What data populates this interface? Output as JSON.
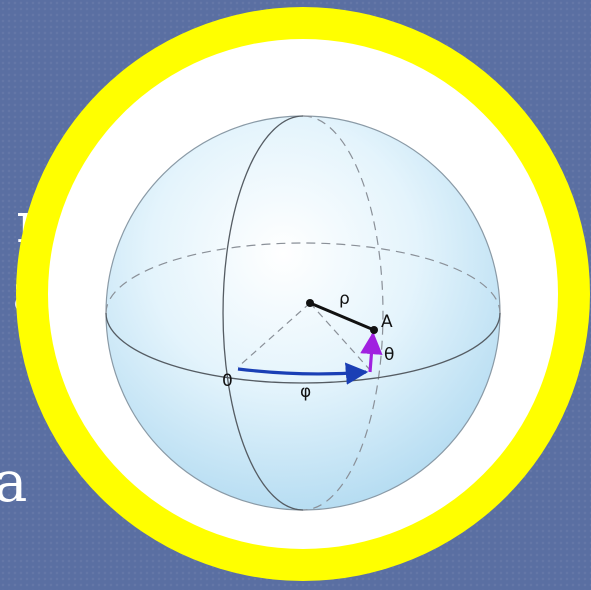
{
  "background_text": {
    "fragment_1": "r",
    "fragment_2": "ᵹ",
    "fragment_3": "a"
  },
  "diagram": {
    "origin_label": "0",
    "point_label": "A",
    "radius_label": "ρ",
    "azimuth_label": "φ",
    "elevation_label": "θ"
  },
  "colors": {
    "slide_background": "#5a6fa2",
    "frame_ring": "#ffff00",
    "frame_inner": "#ffffff",
    "sphere_fill": "#cde9f7",
    "azimuth_arrow": "#1a3fb5",
    "elevation_arrow": "#a020e0",
    "radius_line": "#111111"
  }
}
